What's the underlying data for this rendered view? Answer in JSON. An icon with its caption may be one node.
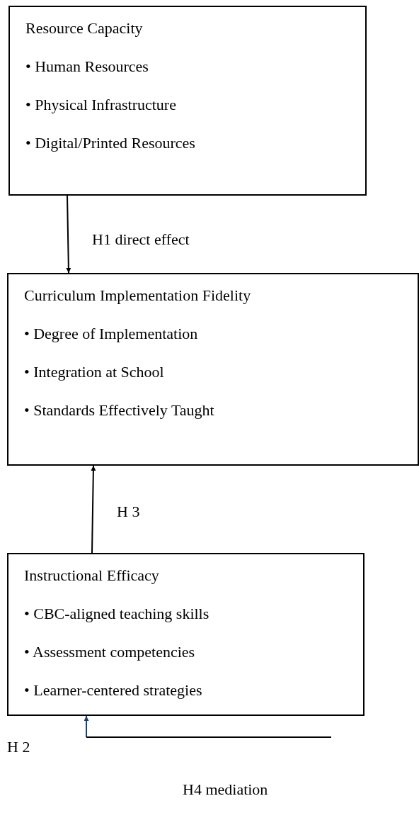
{
  "diagram": {
    "nodes": [
      {
        "text": [
          "Resource Capacity",
          "• Human Resources",
          "• Physical Infrastructure",
          "• Digital/Printed Resources"
        ]
      },
      {
        "text": [
          "Curriculum Implementation Fidelity",
          "• Degree of Implementation",
          "• Integration at School",
          "• Standards Effectively Taught"
        ]
      },
      {
        "text": [
          "Instructional Efficacy",
          "• CBC-aligned teaching skills",
          "• Assessment competencies",
          "• Learner-centered strategies"
        ]
      }
    ],
    "edges": [
      {
        "from": 0,
        "to": 1,
        "arrow": "to",
        "label": "H1 direct effect"
      },
      {
        "from": 2,
        "to": 1,
        "arrow": "to",
        "label": "H 3"
      },
      {
        "from": null,
        "to": 2,
        "arrow": "to",
        "color": "#1f3f6e"
      }
    ],
    "labels": [
      "H 2",
      "H4 mediation"
    ]
  }
}
